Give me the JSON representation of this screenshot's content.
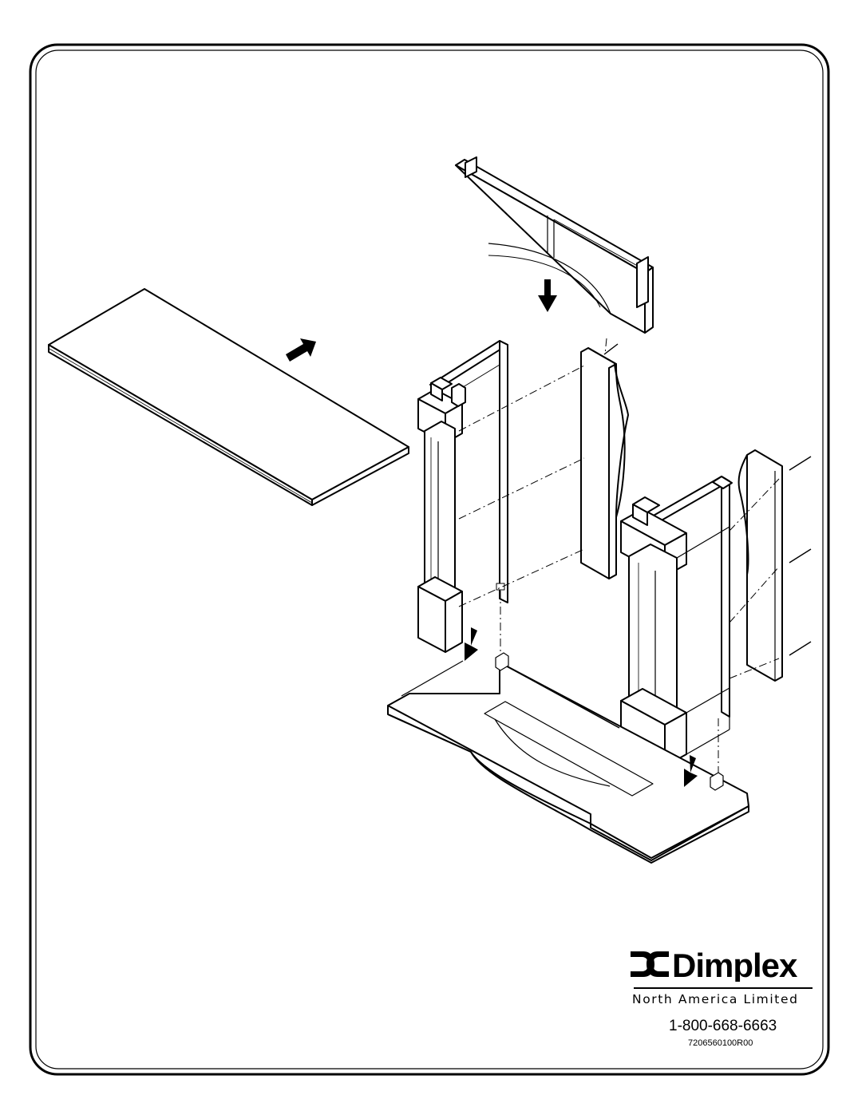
{
  "brand": {
    "logo_text": "Dimplex",
    "subtitle": "North America Limited",
    "phone": "1-800-668-6663",
    "document_number": "7206560100R00"
  },
  "diagram": {
    "icons": [
      "mantel-top-shelf",
      "arched-header-panel",
      "left-column-assembly",
      "left-side-panel",
      "right-column-assembly",
      "right-side-panel",
      "hearth-base",
      "wood-screw",
      "bracket",
      "assembly-arrow"
    ]
  }
}
